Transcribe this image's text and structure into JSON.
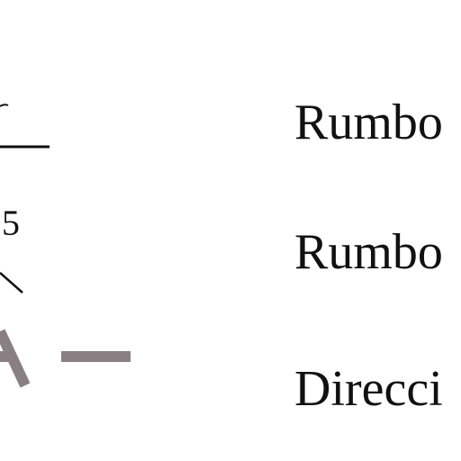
{
  "legend": {
    "items": [
      {
        "symbol": "solid-line-icon",
        "label": "Rumbo"
      },
      {
        "symbol": "numbered-tick-icon",
        "number": "5",
        "label": "Rumbo"
      },
      {
        "symbol": "dashed-arrow-icon",
        "label": "Direcci"
      }
    ]
  },
  "colors": {
    "text": "#111111",
    "arrow": "#8a7f83"
  }
}
